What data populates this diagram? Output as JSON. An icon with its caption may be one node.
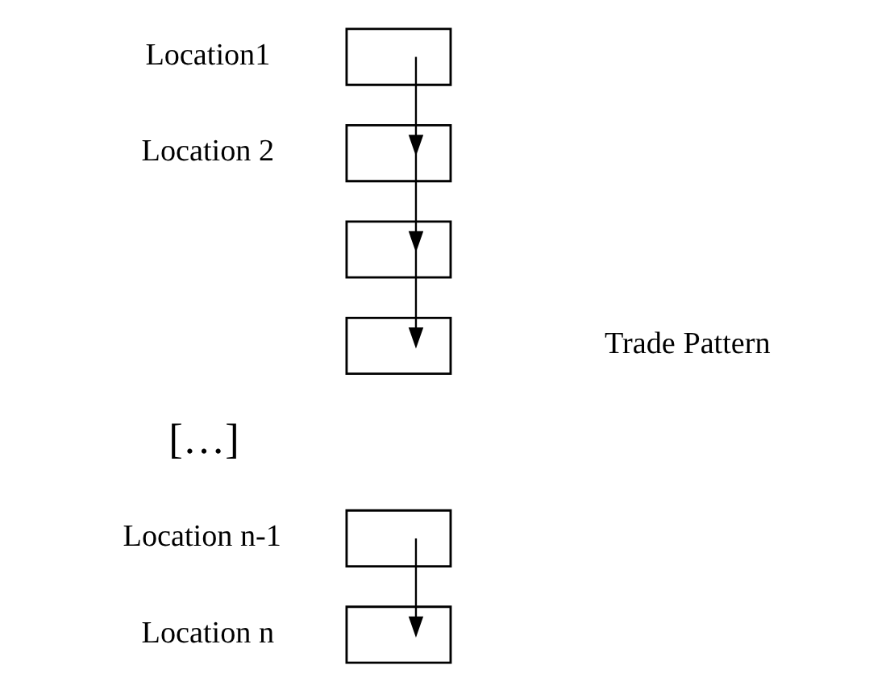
{
  "diagram": {
    "nodes": [
      {
        "text": [],
        "shape": "box",
        "beside": [
          "Location1"
        ]
      },
      {
        "text": [],
        "shape": "box",
        "beside": [
          "Location 2"
        ]
      },
      {
        "text": [],
        "shape": "box"
      },
      {
        "text": [],
        "shape": "box"
      },
      {
        "text": [],
        "shape": "box",
        "beside": [
          "Location n-1"
        ]
      },
      {
        "text": [],
        "shape": "box",
        "beside": [
          "Location n"
        ]
      }
    ],
    "edges": [
      {
        "from": 0,
        "to": 1,
        "arrow": "to"
      },
      {
        "from": 1,
        "to": 2,
        "arrow": "to"
      },
      {
        "from": 2,
        "to": 3,
        "arrow": "to"
      },
      {
        "from": 4,
        "to": 5,
        "arrow": "to"
      }
    ],
    "labels": [
      "Trade Pattern",
      "[…]"
    ]
  }
}
